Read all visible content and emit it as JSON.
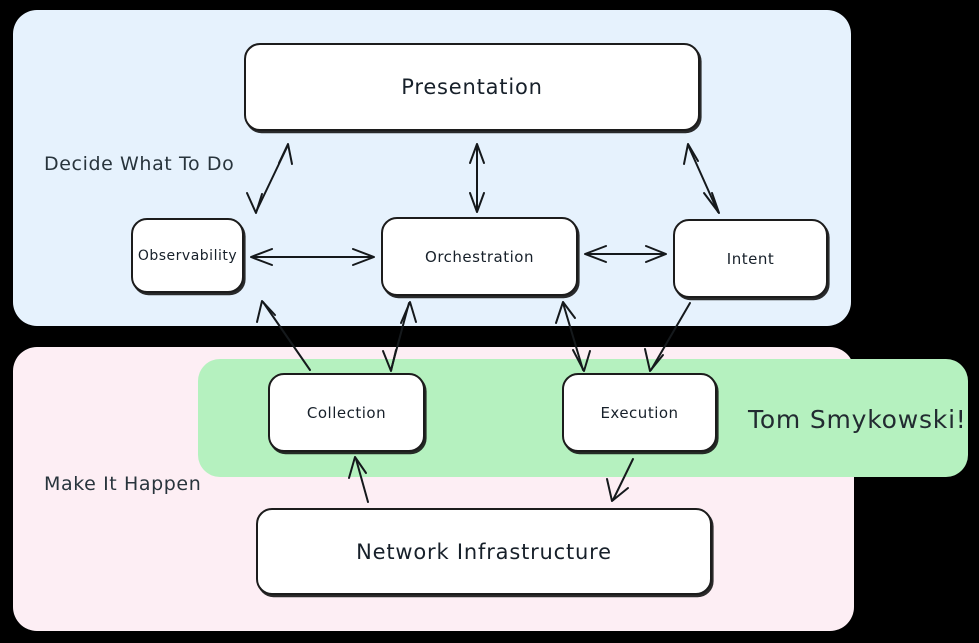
{
  "diagram": {
    "title": "Decide What To Do / Make It Happen layered architecture",
    "background_color": "#000000",
    "panels": [
      {
        "id": "decide",
        "label": "Decide What To Do",
        "color": "#e6f2fd"
      },
      {
        "id": "make",
        "label": "Make It Happen",
        "color": "#fdeef4"
      },
      {
        "id": "highlight",
        "label": "",
        "color": "#b5f1bf",
        "note": "Tom Smykowski!"
      }
    ],
    "nodes": [
      {
        "id": "presentation",
        "label": "Presentation",
        "panel": "decide"
      },
      {
        "id": "observability",
        "label": "Observability",
        "panel": "decide"
      },
      {
        "id": "orchestration",
        "label": "Orchestration",
        "panel": "decide"
      },
      {
        "id": "intent",
        "label": "Intent",
        "panel": "decide"
      },
      {
        "id": "collection",
        "label": "Collection",
        "panel": "highlight"
      },
      {
        "id": "execution",
        "label": "Execution",
        "panel": "highlight"
      },
      {
        "id": "network",
        "label": "Network Infrastructure",
        "panel": "make"
      }
    ],
    "edges": [
      {
        "from": "presentation",
        "to": "observability",
        "direction": "both"
      },
      {
        "from": "presentation",
        "to": "orchestration",
        "direction": "both"
      },
      {
        "from": "presentation",
        "to": "intent",
        "direction": "both"
      },
      {
        "from": "observability",
        "to": "orchestration",
        "direction": "both"
      },
      {
        "from": "orchestration",
        "to": "intent",
        "direction": "both"
      },
      {
        "from": "collection",
        "to": "observability",
        "direction": "to"
      },
      {
        "from": "collection",
        "to": "orchestration",
        "direction": "both"
      },
      {
        "from": "orchestration",
        "to": "execution",
        "direction": "both"
      },
      {
        "from": "intent",
        "to": "execution",
        "direction": "to"
      },
      {
        "from": "network",
        "to": "collection",
        "direction": "to"
      },
      {
        "from": "execution",
        "to": "network",
        "direction": "to"
      }
    ],
    "text_color": "#17202a",
    "stroke_color": "#15191c"
  }
}
